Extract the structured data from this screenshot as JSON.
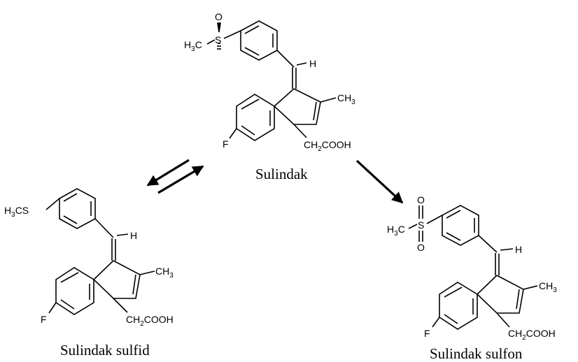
{
  "molecules": {
    "sulindak": {
      "name": "Sulindak",
      "methyl_label": {
        "main": "H",
        "sub": "3",
        "end": "C"
      },
      "oxygen": "O",
      "sulfur": "S",
      "vinyl_h": "H",
      "ch3_label": {
        "main": "CH",
        "sub": "3"
      },
      "fluorine": "F",
      "side_chain": {
        "main": "CH",
        "sub": "2",
        "end": "COOH"
      }
    },
    "sulfid": {
      "name": "Sulindak sulfid",
      "methyl_label": {
        "main": "H",
        "sub": "3",
        "end": "CS"
      },
      "vinyl_h": "H",
      "ch3_label": {
        "main": "CH",
        "sub": "3"
      },
      "fluorine": "F",
      "side_chain": {
        "main": "CH",
        "sub": "2",
        "end": "COOH"
      }
    },
    "sulfon": {
      "name": "Sulindak sulfon",
      "methyl_label": {
        "main": "H",
        "sub": "3",
        "end": "C"
      },
      "oxygen_top": "O",
      "oxygen_bottom": "O",
      "sulfur": "S",
      "vinyl_h": "H",
      "ch3_label": {
        "main": "CH",
        "sub": "3"
      },
      "fluorine": "F",
      "side_chain": {
        "main": "CH",
        "sub": "2",
        "end": "COOH"
      }
    }
  }
}
